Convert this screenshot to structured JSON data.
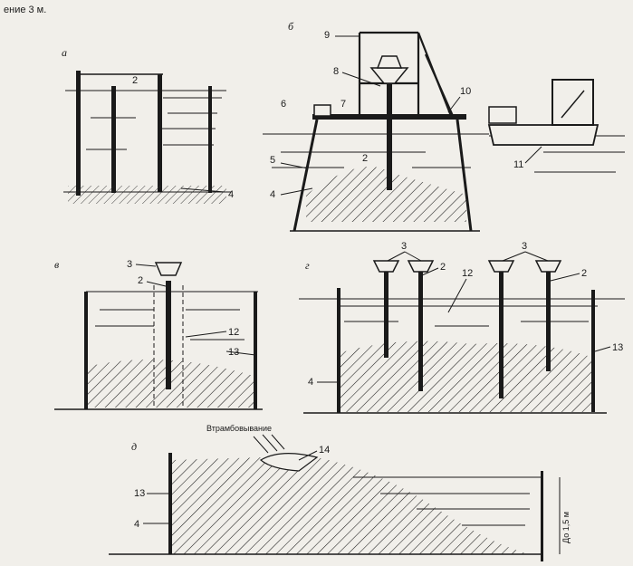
{
  "header_fragment": "ениe 3 м.",
  "panels": {
    "a": {
      "letter": "а",
      "callouts": [
        "2",
        "4"
      ]
    },
    "b": {
      "letter": "б",
      "callouts": [
        "9",
        "8",
        "10",
        "6",
        "7",
        "5",
        "2",
        "4",
        "11"
      ]
    },
    "v": {
      "letter": "в",
      "callouts": [
        "3",
        "2",
        "12",
        "13"
      ]
    },
    "g": {
      "letter": "г",
      "callouts": [
        "3",
        "3",
        "2",
        "12",
        "2",
        "4",
        "13"
      ]
    },
    "d": {
      "letter": "д",
      "callouts": [
        "14",
        "13",
        "4"
      ],
      "caption": "Втрамбовывание",
      "depth_label": "До 1,5 м"
    }
  },
  "colors": {
    "ink": "#1a1a1a",
    "paper": "#f1efea"
  }
}
